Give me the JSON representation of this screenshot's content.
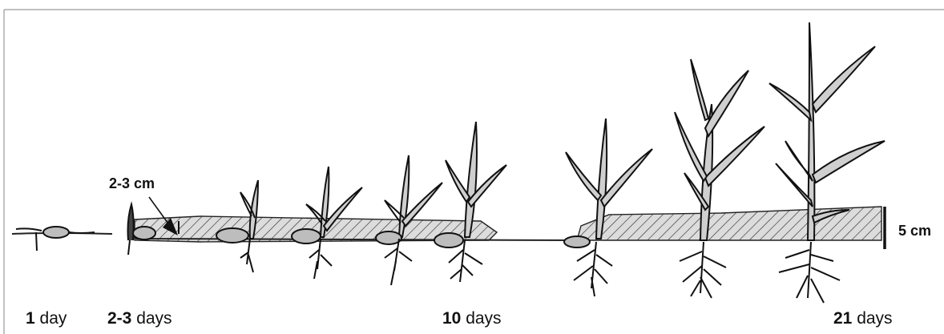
{
  "annotations": {
    "emergence_depth": "2-3 cm",
    "soil_depth": "5 cm"
  },
  "timeline": [
    {
      "value": "1",
      "unit": "day"
    },
    {
      "value": "2-3",
      "unit": "days"
    },
    {
      "value": "10",
      "unit": "days"
    },
    {
      "value": "21",
      "unit": "days"
    }
  ],
  "colors": {
    "ink": "#111111",
    "soil_fill": "#d9d9d9",
    "leaf_fill": "#cfcfcf",
    "seed_fill": "#b9b9b9"
  },
  "icons": [
    "plant-seedling-icon",
    "seed-icon",
    "root-icon",
    "arrow-icon"
  ]
}
